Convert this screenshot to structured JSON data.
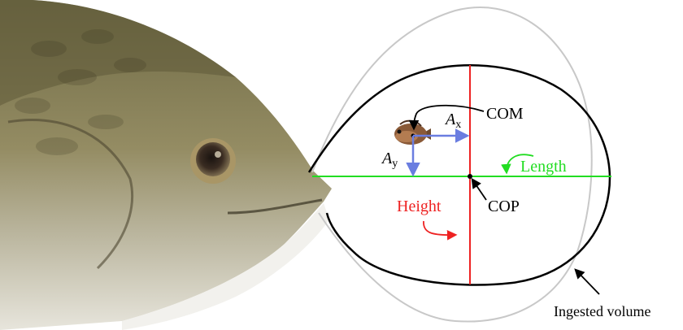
{
  "labels": {
    "com": "COM",
    "cop": "COP",
    "ax_base": "A",
    "ax_sub": "x",
    "ay_base": "A",
    "ay_sub": "y",
    "length": "Length",
    "height": "Height",
    "ingested_volume": "Ingested volume"
  },
  "colors": {
    "ingested_outline": "#000000",
    "outer_outline": "#c8c8c8",
    "length_axis": "#22dd22",
    "height_axis": "#ee2222",
    "acceleration_arrows": "#6a7de0",
    "text": "#000000"
  },
  "icons": {
    "predator": "largemouth-bass-head",
    "prey": "small-sunfish"
  }
}
